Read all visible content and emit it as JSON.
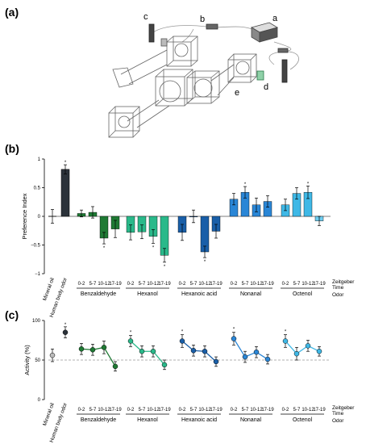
{
  "panels": {
    "a": "(a)",
    "b": "(b)",
    "c": "(c)"
  },
  "diagram": {
    "labels": [
      "a",
      "b",
      "c",
      "d",
      "e"
    ]
  },
  "colors": {
    "control": "#2b323a",
    "control_light": "#ffffff",
    "benzaldehyde": "#1f7a34",
    "hexanol": "#2ab98a",
    "hexanoic": "#1a5fa8",
    "nonanal": "#2a86d6",
    "octenol": "#3fb8e6",
    "baseline": "#999999"
  },
  "chart_data": [
    {
      "type": "bar",
      "panel": "(b)",
      "ylabel": "Preference Index",
      "ylim": [
        -1,
        1
      ],
      "yticks": [
        -1,
        -0.5,
        0,
        0.5,
        1
      ],
      "ytick_labels": [
        "−1",
        "−0.5",
        "0",
        "0.5",
        "1"
      ],
      "controls": [
        {
          "name": "Mineral oil",
          "value": 0.0,
          "err": 0.12,
          "significant": false
        },
        {
          "name": "Human body odor",
          "value": 0.82,
          "err": 0.08,
          "significant": true
        }
      ],
      "time_labels": [
        "0-2",
        "5-7",
        "10-12",
        "17-19"
      ],
      "side_labels": [
        "Zeitgeber",
        "Time",
        "Odor"
      ],
      "groups": [
        {
          "name": "Benzaldehyde",
          "values": [
            0.05,
            0.07,
            -0.38,
            -0.22
          ],
          "err": [
            0.06,
            0.1,
            0.1,
            0.15
          ],
          "significant": [
            false,
            false,
            true,
            false
          ]
        },
        {
          "name": "Hexanol",
          "values": [
            -0.28,
            -0.27,
            -0.35,
            -0.68
          ],
          "err": [
            0.13,
            0.12,
            0.12,
            0.12
          ],
          "significant": [
            false,
            false,
            true,
            true
          ]
        },
        {
          "name": "Hexanoic acid",
          "values": [
            -0.28,
            0.0,
            -0.62,
            -0.26
          ],
          "err": [
            0.14,
            0.11,
            0.1,
            0.12
          ],
          "significant": [
            false,
            false,
            true,
            false
          ]
        },
        {
          "name": "Nonanal",
          "values": [
            0.3,
            0.42,
            0.2,
            0.26
          ],
          "err": [
            0.1,
            0.1,
            0.12,
            0.1
          ],
          "significant": [
            false,
            true,
            false,
            false
          ]
        },
        {
          "name": "Octenol",
          "values": [
            0.2,
            0.4,
            0.42,
            -0.08
          ],
          "err": [
            0.1,
            0.1,
            0.11,
            0.08
          ],
          "significant": [
            false,
            false,
            true,
            false
          ]
        }
      ]
    },
    {
      "type": "line",
      "panel": "(c)",
      "ylabel": "Activity (%)",
      "ylim": [
        0,
        100
      ],
      "yticks": [
        0,
        50,
        100
      ],
      "ytick_labels": [
        "0",
        "50",
        "100"
      ],
      "baseline": 50,
      "controls": [
        {
          "name": "Mineral oil",
          "value": 56,
          "err": 8,
          "significant": false
        },
        {
          "name": "Human body odor",
          "value": 85,
          "err": 7,
          "significant": true
        }
      ],
      "time_labels": [
        "0-2",
        "5-7",
        "10-12",
        "17-19"
      ],
      "side_labels": [
        "Zeitgeber",
        "Time",
        "Odor"
      ],
      "groups": [
        {
          "name": "Benzaldehyde",
          "values": [
            64,
            63,
            66,
            42
          ],
          "err": [
            7,
            7,
            8,
            6
          ],
          "significant": [
            false,
            false,
            false,
            false
          ]
        },
        {
          "name": "Hexanol",
          "values": [
            74,
            61,
            61,
            44
          ],
          "err": [
            7,
            7,
            7,
            6
          ],
          "significant": [
            true,
            false,
            false,
            false
          ]
        },
        {
          "name": "Hexanoic acid",
          "values": [
            74,
            62,
            61,
            48
          ],
          "err": [
            8,
            7,
            7,
            6
          ],
          "significant": [
            true,
            false,
            false,
            false
          ]
        },
        {
          "name": "Nonanal",
          "values": [
            77,
            54,
            60,
            51
          ],
          "err": [
            8,
            7,
            7,
            6
          ],
          "significant": [
            true,
            false,
            false,
            false
          ]
        },
        {
          "name": "Octenol",
          "values": [
            74,
            58,
            68,
            61
          ],
          "err": [
            8,
            8,
            7,
            6
          ],
          "significant": [
            true,
            false,
            false,
            false
          ]
        }
      ]
    }
  ]
}
